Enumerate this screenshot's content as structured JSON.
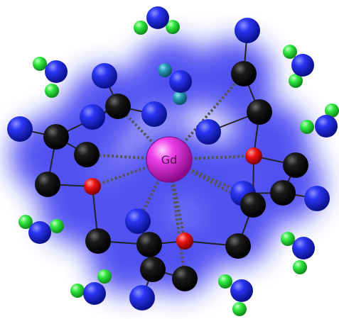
{
  "diagram": {
    "center_label": "Gd",
    "colors": {
      "gadolinium": "#e23ce0",
      "carbon": "#111111",
      "oxygen": "#ea1111",
      "nitrogen": "#1621e8",
      "hydrogen": "#28e83a",
      "water_oxygen": "#1621e8",
      "glow": "#2525f0",
      "bond": "#222222",
      "coordination_bond": "#555555"
    },
    "atom_types": [
      "gadolinium",
      "carbon",
      "oxygen",
      "nitrogen",
      "hydrogen"
    ],
    "molecules": [
      "chelate-complex",
      "water-molecule"
    ]
  }
}
